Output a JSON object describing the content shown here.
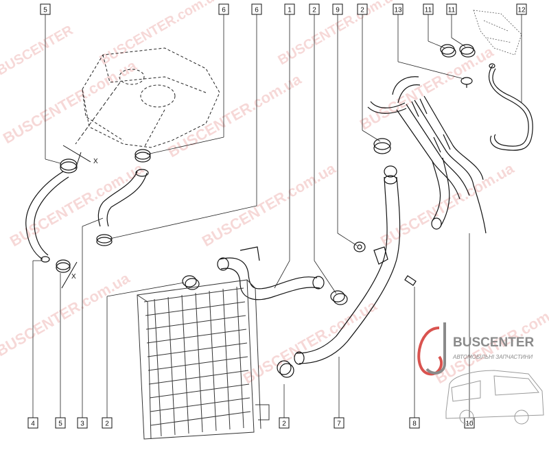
{
  "callouts_top": [
    "5",
    "6",
    "6",
    "1",
    "2",
    "9",
    "2",
    "13",
    "11",
    "11",
    "12"
  ],
  "callouts_bottom": [
    "4",
    "5",
    "3",
    "2",
    "2",
    "7",
    "8",
    "10"
  ],
  "axis_marks": {
    "x1": "X",
    "x2": "X"
  },
  "watermark": {
    "brand": "BUSCENTER",
    "domain": "BUSCENTER.com.ua"
  },
  "logo": {
    "name": "BUSCENTER",
    "tagline": "АВТОМОБІЛЬНІ ЗАПЧАСТИНИ"
  },
  "colors": {
    "line": "#111111",
    "watermark": "#d9534f",
    "logo_gray": "#8a8a8a",
    "logo_red": "#d9534f"
  }
}
